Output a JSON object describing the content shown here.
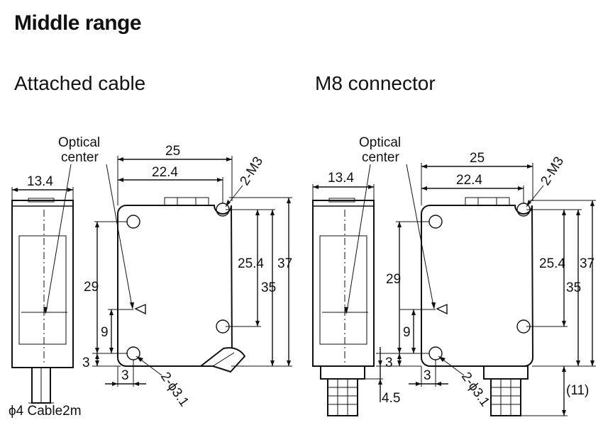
{
  "header": {
    "title": "Middle range"
  },
  "sections": {
    "attached_cable": "Attached cable",
    "m8_connector": "M8 connector"
  },
  "labels": {
    "optical_center_line1": "Optical",
    "optical_center_line2": "center",
    "thread": "2-M3",
    "hole": "2-ϕ3.1",
    "cable": "ϕ4 Cable2m"
  },
  "dimensions": {
    "width_25": "25",
    "width_22_4": "22.4",
    "side_13_4": "13.4",
    "height_37": "37",
    "height_35": "35",
    "height_25_4": "25.4",
    "height_29": "29",
    "height_9": "9",
    "offset_3": "3",
    "connector_4_5": "4.5",
    "connector_11": "(11)"
  }
}
